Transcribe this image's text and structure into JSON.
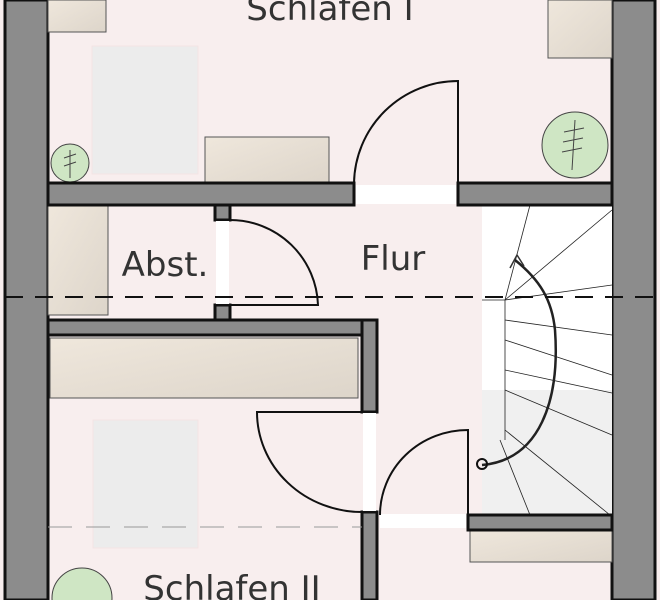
{
  "rooms": {
    "schlafen1": "Schlafen I",
    "abst": "Abst.",
    "flur": "Flur",
    "schlafen2": "Schlafen II"
  },
  "colors": {
    "floor": "#f8eeee",
    "wall": "#8c8c8c",
    "wall_outline": "#111111",
    "furniture": "#e4ddd2",
    "bed": "#ececec",
    "plant": "#cfe6c4"
  }
}
